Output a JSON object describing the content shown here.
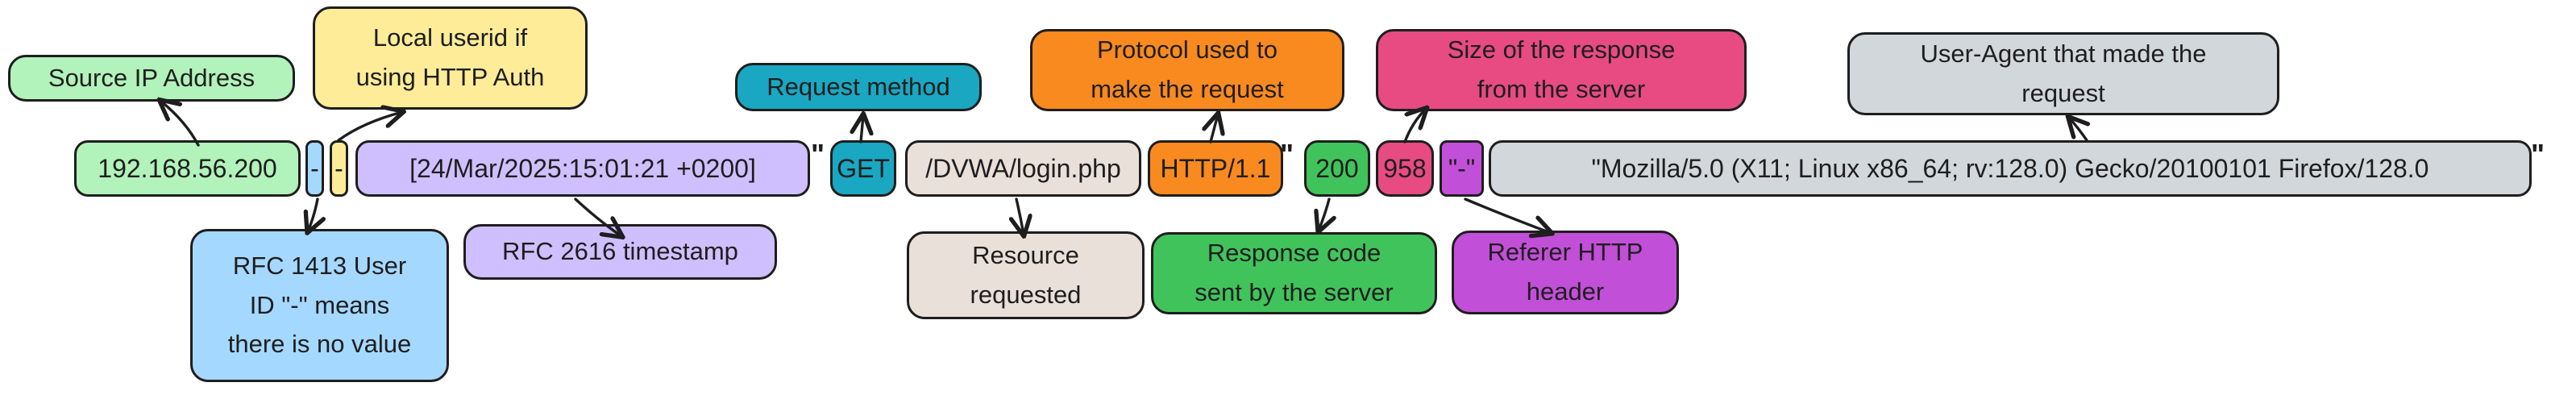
{
  "log": {
    "ip": "192.168.56.200",
    "rfc1413_userid": "-",
    "local_userid": "-",
    "timestamp": "[24/Mar/2025:15:01:21 +0200]",
    "open_quote": "\"",
    "method": "GET",
    "resource": "/DVWA/login.php",
    "protocol": "HTTP/1.1",
    "close_quote": "\"",
    "status_code": "200",
    "response_size": "958",
    "referer": "\"-\"",
    "user_agent": "\"Mozilla/5.0 (X11; Linux x86_64; rv:128.0) Gecko/20100101 Firefox/128.0",
    "end_quote": "\""
  },
  "annotations": {
    "source_ip": "Source IP Address",
    "local_userid": "Local userid if\nusing HTTP Auth",
    "rfc1413": "RFC 1413 User\nID \"-\" means\nthere is no value",
    "rfc2616": "RFC 2616 timestamp",
    "request_method": "Request method",
    "resource": "Resource\nrequested",
    "protocol": "Protocol used to\nmake the request",
    "response_code": "Response code\nsent by the server",
    "response_size": "Size of the response\nfrom the server",
    "referer": "Referer HTTP\nheader",
    "user_agent": "User-Agent that made the\nrequest"
  },
  "colors": {
    "stroke": "#1e1e1e",
    "green_light": "#b2f2bb",
    "blue_light": "#a5d8ff",
    "yellow_light": "#ffec99",
    "violet_light": "#d0bfff",
    "cyan": "#1aa7c2",
    "beige": "#e9e0d9",
    "orange": "#f98a1f",
    "green_mid": "#41c35c",
    "pink": "#e74b82",
    "grape": "#c24fd8",
    "gray": "#d2d7dc",
    "background": "#ffffff"
  }
}
